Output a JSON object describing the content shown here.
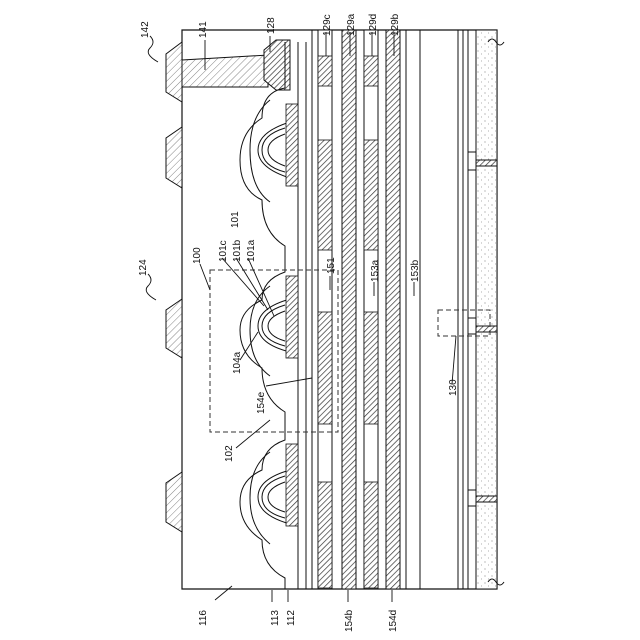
{
  "labels": {
    "l142": "142",
    "l141": "141",
    "l128": "128",
    "l129c": "129c",
    "l129a": "129a",
    "l129d": "129d",
    "l129b": "129b",
    "l124": "124",
    "l100": "100",
    "l101c": "101c",
    "l101b": "101b",
    "l101": "101",
    "l101a": "101a",
    "l151": "151",
    "l153a": "153a",
    "l153b": "153b",
    "l104a": "104a",
    "l154e": "154e",
    "l102": "102",
    "l130": "130",
    "l116": "116",
    "l113": "113",
    "l112": "112",
    "l154b": "154b",
    "l154d": "154d"
  }
}
